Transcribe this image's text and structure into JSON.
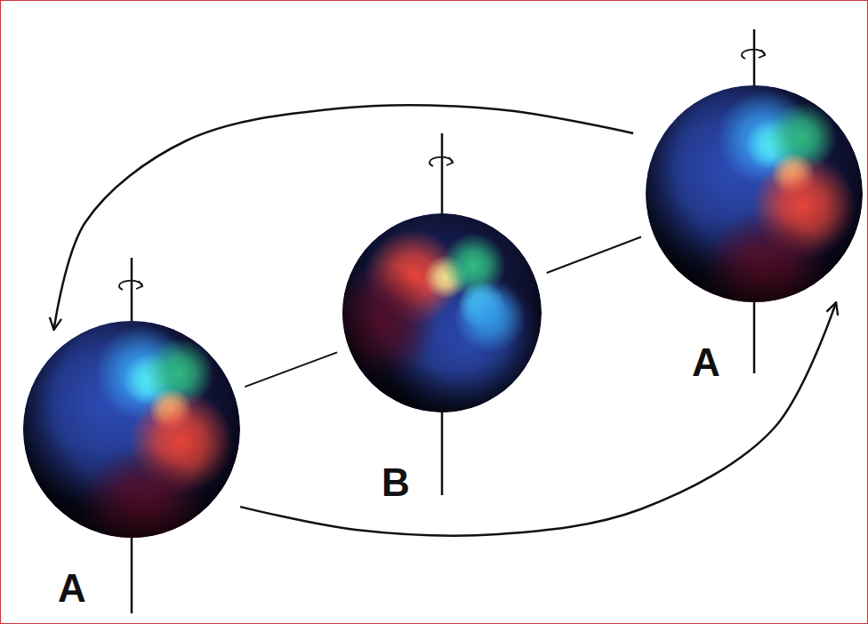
{
  "diagram": {
    "nodes": [
      {
        "text": [
          "A"
        ]
      },
      {
        "text": [
          "B"
        ]
      },
      {
        "text": [
          "A"
        ]
      }
    ],
    "edges": [
      {
        "from": 0,
        "to": 1,
        "arrow": "none"
      },
      {
        "from": 1,
        "to": 2,
        "arrow": "none"
      },
      {
        "from": 2,
        "to": 0,
        "arrow": "to"
      },
      {
        "from": 0,
        "to": 2,
        "arrow": "to"
      }
    ]
  }
}
